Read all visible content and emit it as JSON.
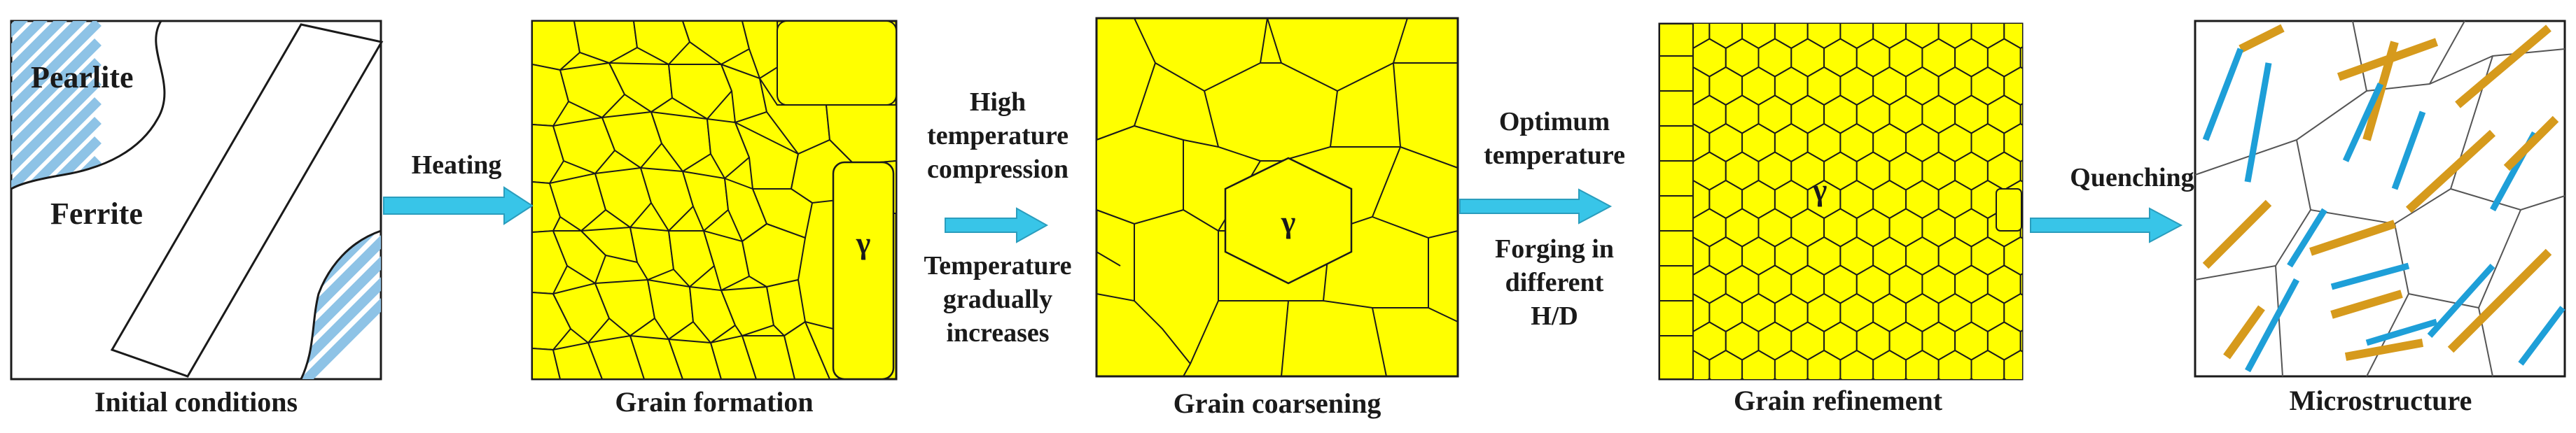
{
  "stages": [
    {
      "caption": "Initial conditions"
    },
    {
      "caption": "Grain formation",
      "phase": "γ"
    },
    {
      "caption": "Grain coarsening",
      "phase": "γ"
    },
    {
      "caption": "Grain refinement",
      "phase": "γ"
    },
    {
      "caption": "Microstructure"
    }
  ],
  "initial": {
    "pearlite": "Pearlite",
    "ferrite": "Ferrite"
  },
  "arrows": [
    {
      "top": [
        "Heating"
      ],
      "bottom": []
    },
    {
      "top": [
        "High",
        "temperature",
        "compression"
      ],
      "bottom": [
        "Temperature",
        "gradually",
        "increases"
      ]
    },
    {
      "top": [
        "Optimum",
        "temperature"
      ],
      "bottom": [
        "Forging in",
        "different",
        "H/D"
      ]
    },
    {
      "top": [
        "Quenching"
      ],
      "bottom": []
    }
  ],
  "colors": {
    "grain": "#ffff00",
    "pearlite_stripe": "#8ec3e6",
    "arrow": "#38c5e8",
    "martensite_blue": "#1e9fd8",
    "martensite_orange": "#d69a1c",
    "outline": "#1a1a1a"
  }
}
